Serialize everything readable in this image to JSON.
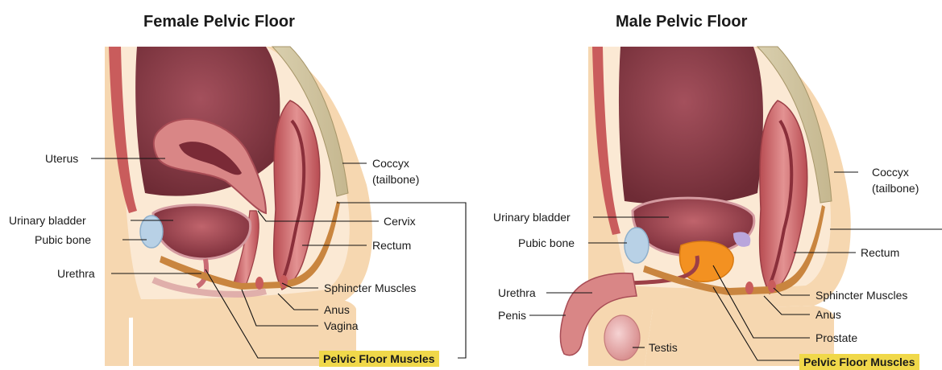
{
  "female": {
    "title": "Female Pelvic Floor",
    "labels": {
      "uterus": "Uterus",
      "urinary_bladder": "Urinary bladder",
      "pubic_bone": "Pubic bone",
      "urethra": "Urethra",
      "coccyx": "Coccyx",
      "tailbone": "(tailbone)",
      "cervix": "Cervix",
      "rectum": "Rectum",
      "sphincter": "Sphincter Muscles",
      "anus": "Anus",
      "vagina": "Vagina",
      "pelvic_floor": "Pelvic Floor Muscles"
    }
  },
  "male": {
    "title": "Male Pelvic Floor",
    "labels": {
      "urinary_bladder": "Urinary bladder",
      "pubic_bone": "Pubic bone",
      "urethra": "Urethra",
      "penis": "Penis",
      "testis": "Testis",
      "coccyx": "Coccyx",
      "tailbone": "(tailbone)",
      "rectum": "Rectum",
      "sphincter": "Sphincter Muscles",
      "anus": "Anus",
      "prostate": "Prostate",
      "pelvic_floor": "Pelvic Floor Muscles"
    }
  },
  "colors": {
    "skin": "#f6d7b0",
    "fat": "#fbe9d4",
    "muscle": "#c95c5c",
    "organ_dark": "#8c3a46",
    "organ_mid": "#b85f6a",
    "organ_light": "#e6a3a5",
    "bone": "#b8d1e6",
    "prostate": "#f39121",
    "pelvic_floor_muscle": "#c9853f",
    "highlight": "#f0d84a"
  }
}
